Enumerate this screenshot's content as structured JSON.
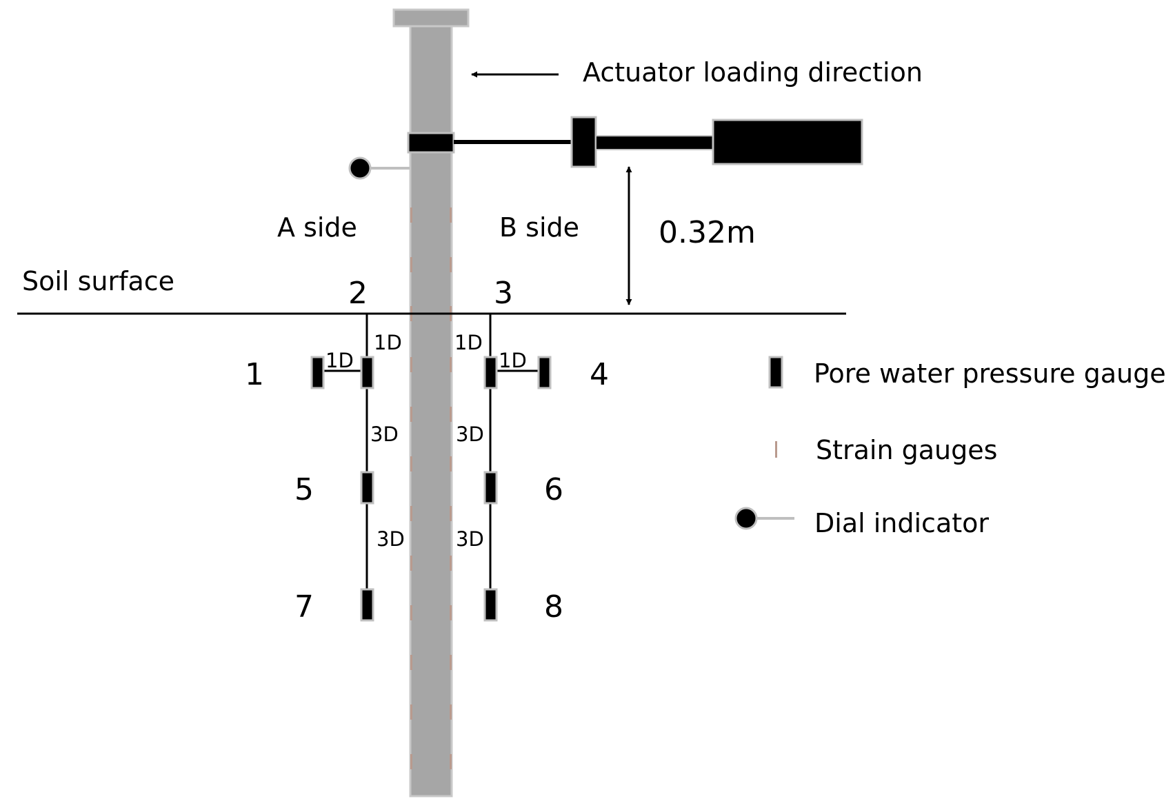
{
  "labels": {
    "actuator_direction": "Actuator loading direction",
    "a_side": "A side",
    "b_side": "B side",
    "height": "0.32m",
    "soil_surface": "Soil surface"
  },
  "gauge_numbers": [
    "1",
    "2",
    "3",
    "4",
    "5",
    "6",
    "7",
    "8"
  ],
  "spacings": {
    "s_a_vert_1d": "1D",
    "s_b_vert_1d": "1D",
    "s_a_horiz_1d": "1D",
    "s_b_horiz_1d": "1D",
    "s_a_3d_upper": "3D",
    "s_b_3d_upper": "3D",
    "s_a_3d_lower": "3D",
    "s_b_3d_lower": "3D"
  },
  "legend": {
    "pore_pressure": "Pore water pressure gauge",
    "strain": "Strain gauges",
    "dial": "Dial indicator"
  },
  "colors": {
    "pile": "#a6a6a6",
    "pile_outline": "#c8c8c8",
    "strain_mark": "#b99a8e",
    "black": "#000000",
    "gauge_outline": "#bfbfbf"
  }
}
